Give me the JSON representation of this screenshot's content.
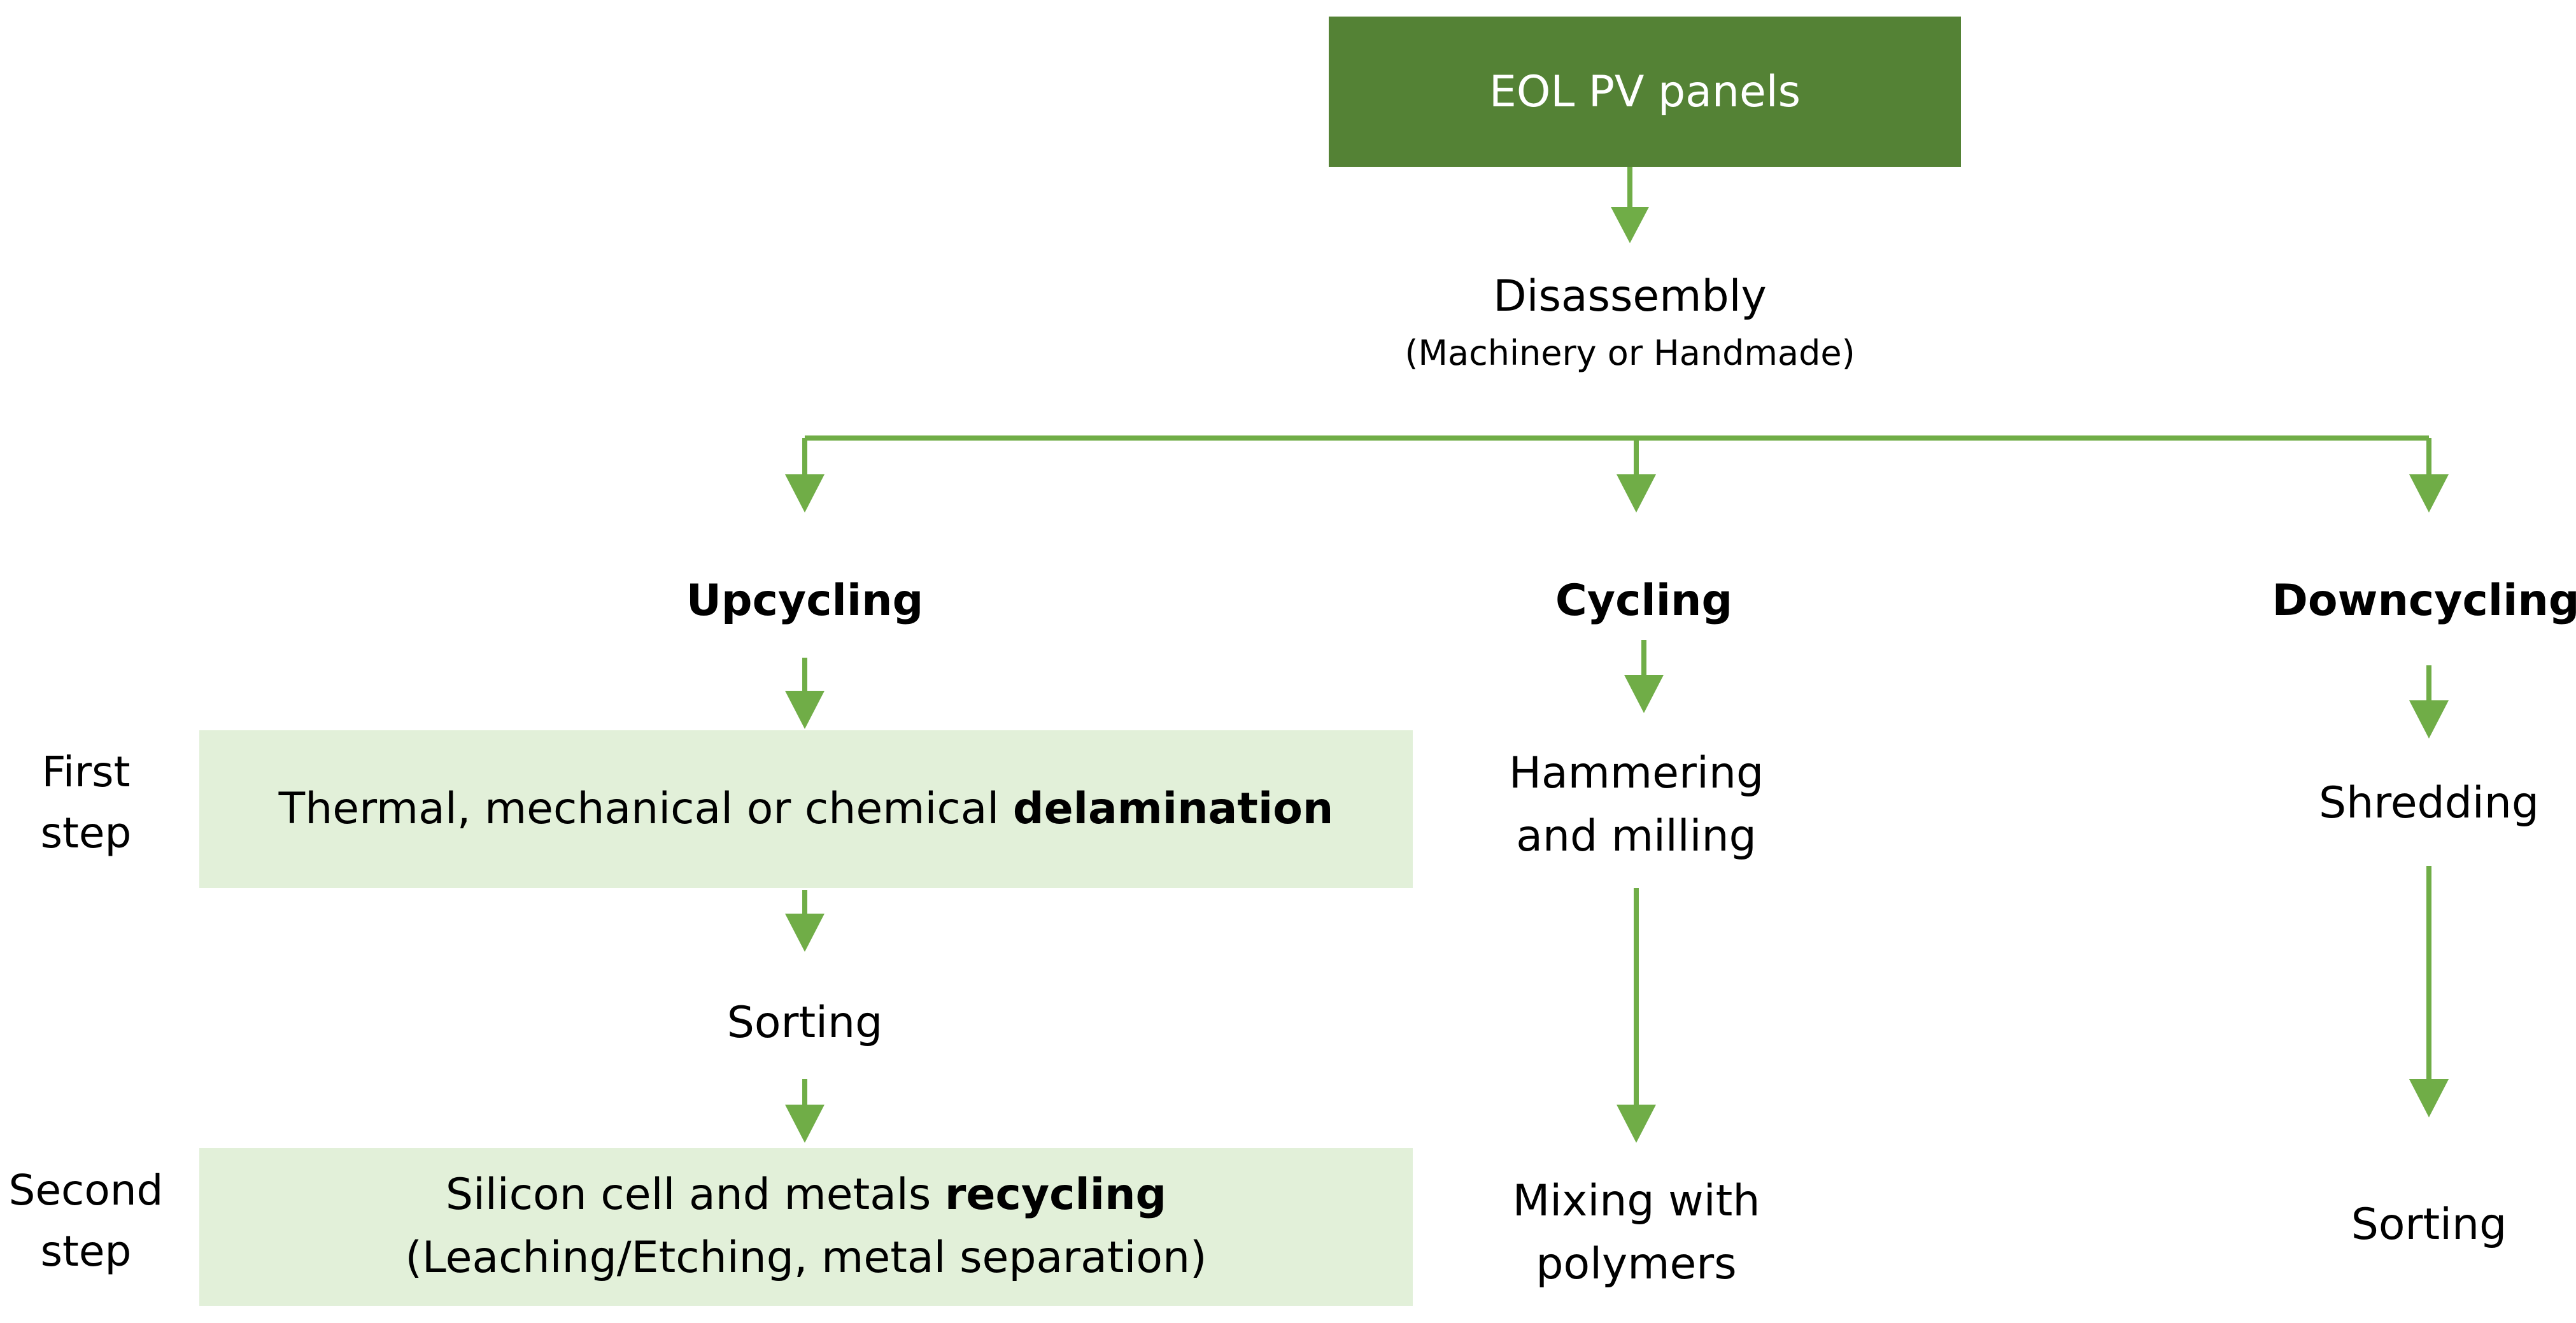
{
  "root": {
    "label": "EOL PV panels"
  },
  "disassembly": {
    "title": "Disassembly",
    "subtitle": "(Machinery or Handmade)"
  },
  "branches": {
    "upcycling": {
      "title": "Upcycling",
      "step1": {
        "prefix": "Thermal, mechanical or chemical ",
        "bold": "delamination"
      },
      "sorting": "Sorting",
      "step2": {
        "prefix": "Silicon cell and metals ",
        "bold": "recycling",
        "line2": "(Leaching/Etching, metal separation)"
      }
    },
    "cycling": {
      "title": "Cycling",
      "step1": {
        "line1": "Hammering",
        "line2": "and milling"
      },
      "step2": {
        "line1": "Mixing with",
        "line2": "polymers"
      }
    },
    "downcycling": {
      "title": "Downcycling",
      "step1": "Shredding",
      "step2": "Sorting"
    }
  },
  "steps": {
    "first": {
      "line1": "First",
      "line2": "step"
    },
    "second": {
      "line1": "Second",
      "line2": "step"
    }
  },
  "colors": {
    "dark_green": "#548235",
    "light_green": "#e2f0d9",
    "arrow_green": "#70ad47"
  }
}
